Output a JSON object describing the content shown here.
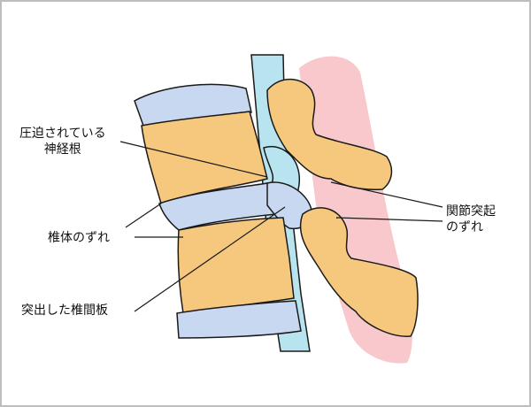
{
  "labels": {
    "compressed_nerve_root": [
      "圧迫されている",
      "神経根"
    ],
    "vertebral_body_shift": "椎体のずれ",
    "herniated_disc": "突出した椎間板",
    "facet_joint_shift": [
      "関節突起",
      "のずれ"
    ]
  },
  "colors": {
    "bone": "#f5c87e",
    "disc": "#c8d8f0",
    "spinal_cord": "#b8e4f0",
    "soft_tissue": "#f8c8cc",
    "outline": "#1a1a1a",
    "frame": "#bdbdbd"
  }
}
